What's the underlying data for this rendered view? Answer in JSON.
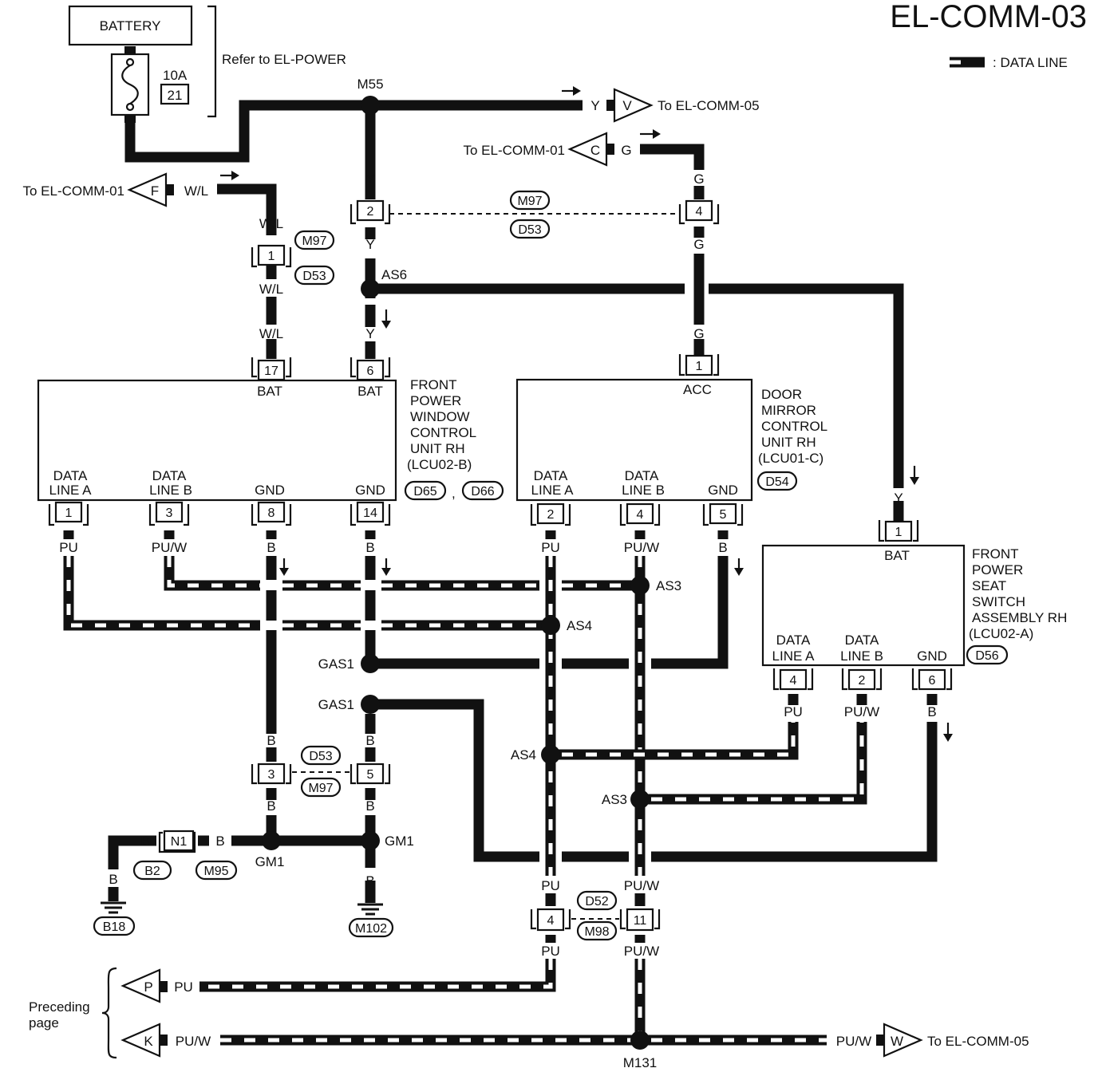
{
  "page": {
    "code": "EL-COMM-03",
    "legend_label": ": DATA LINE"
  },
  "battery": {
    "label": "BATTERY",
    "fuse_amps": "10A",
    "fuse_number": "21",
    "refer": "Refer to EL-POWER"
  },
  "offpage": {
    "V": {
      "letter": "V",
      "text": "To EL-COMM-05",
      "wire": "Y"
    },
    "C": {
      "letter": "C",
      "text": "To EL-COMM-01",
      "wire": "G"
    },
    "F": {
      "letter": "F",
      "text": "To EL-COMM-01",
      "wire": "W/L"
    },
    "P": {
      "letter": "P",
      "wire": "PU"
    },
    "K": {
      "letter": "K",
      "wire": "PU/W"
    },
    "W": {
      "letter": "W",
      "text": "To EL-COMM-05",
      "wire": "PU/W"
    },
    "preceding": [
      "Preceding",
      "page"
    ]
  },
  "splices": {
    "M55": "M55",
    "AS6": "AS6",
    "AS3": "AS3",
    "AS4": "AS4",
    "GAS1": "GAS1",
    "GM1": "GM1",
    "M131": "M131"
  },
  "connectors": {
    "M97": "M97",
    "D53": "D53",
    "D52": "D52",
    "M98": "M98",
    "N1": "N1",
    "B2": "B2",
    "M95": "M95",
    "B18": "B18",
    "M102": "M102",
    "D65": "D65",
    "D66": "D66",
    "D54": "D54",
    "D56": "D56"
  },
  "pins": {
    "p2": "2",
    "p4": "4",
    "p1": "1",
    "p17": "17",
    "p6": "6",
    "p3": "3",
    "p8": "8",
    "p14": "14",
    "p5": "5",
    "p11": "11"
  },
  "wires": {
    "Y": "Y",
    "WL": "W/L",
    "G": "G",
    "PU": "PU",
    "PUW": "PU/W",
    "B": "B"
  },
  "units": {
    "window": {
      "name": [
        "FRONT",
        "POWER",
        "WINDOW",
        "CONTROL",
        "UNIT RH",
        "(LCU02-B)"
      ],
      "bat": "BAT",
      "data_a": [
        "DATA",
        "LINE A"
      ],
      "data_b": [
        "DATA",
        "LINE B"
      ],
      "gnd": "GND"
    },
    "mirror": {
      "name": [
        "DOOR",
        "MIRROR",
        "CONTROL",
        "UNIT RH",
        "(LCU01-C)"
      ],
      "acc": "ACC",
      "data_a": [
        "DATA",
        "LINE A"
      ],
      "data_b": [
        "DATA",
        "LINE B"
      ],
      "gnd": "GND"
    },
    "seat": {
      "name": [
        "FRONT",
        "POWER",
        "SEAT",
        "SWITCH",
        "ASSEMBLY RH",
        "(LCU02-A)"
      ],
      "bat": "BAT",
      "data_a": [
        "DATA",
        "LINE A"
      ],
      "data_b": [
        "DATA",
        "LINE B"
      ],
      "gnd": "GND"
    }
  }
}
